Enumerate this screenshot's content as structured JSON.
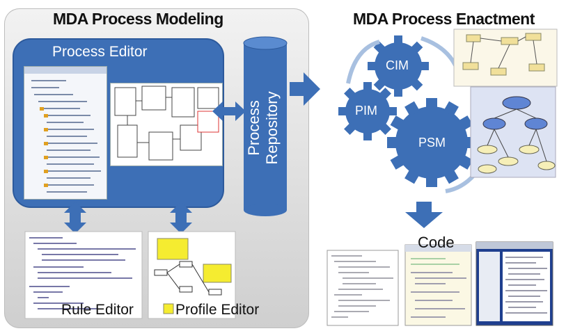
{
  "modeling": {
    "title": "MDA Process Modeling"
  },
  "enactment": {
    "title": "MDA Process Enactment"
  },
  "editor": {
    "title": "Process Editor"
  },
  "repository": {
    "line1": "Process",
    "line2": "Repository"
  },
  "gears": {
    "cim": "CIM",
    "pim": "PIM",
    "psm": "PSM"
  },
  "rule_editor": {
    "label": "Rule Editor"
  },
  "profile_editor": {
    "label": "Profile Editor"
  },
  "code": {
    "title": "Code"
  },
  "colors": {
    "accent_blue": "#3d6fb6",
    "panel_gray": "#d9d9d9"
  }
}
